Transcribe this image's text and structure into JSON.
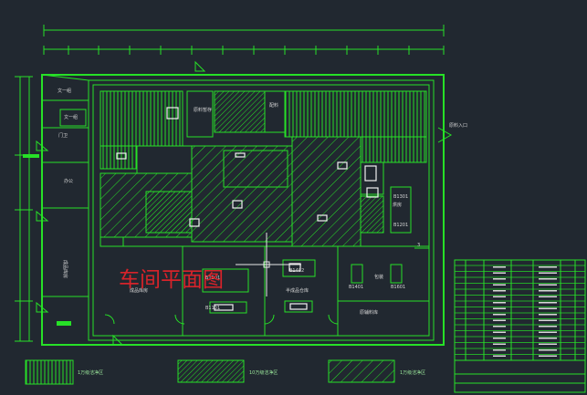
{
  "title_overlay": "车间平面图",
  "room_labels": {
    "top_left_room": "文一组",
    "top_left_room2": "文一组",
    "left_small": "门卫",
    "left_office": "办公",
    "left_storage": "成品库房",
    "entrance": "原料入口",
    "bottom_left_room": "成品库房",
    "bottom_mid_room": "半成品仓库",
    "bottom_right_room": "原辅料库",
    "top_center_room": "原料暂存",
    "top_mid_room": "配料",
    "right_upper": "烘房",
    "right_label": "包装"
  },
  "equipment_tags": [
    "B1301",
    "B1501",
    "B1402",
    "B1401",
    "B1601",
    "B1201",
    "B1101"
  ],
  "legend": [
    {
      "label": "1万级洁净区",
      "pattern": "vertical"
    },
    {
      "label": "10万级洁净区",
      "pattern": "diagonal-dense"
    },
    {
      "label": "1万级洁净区",
      "pattern": "diagonal-wide"
    }
  ],
  "colors": {
    "background": "#212830",
    "drawing_line": "#27e127",
    "annotation": "#e8e8e8",
    "title_red": "#d6232a"
  }
}
